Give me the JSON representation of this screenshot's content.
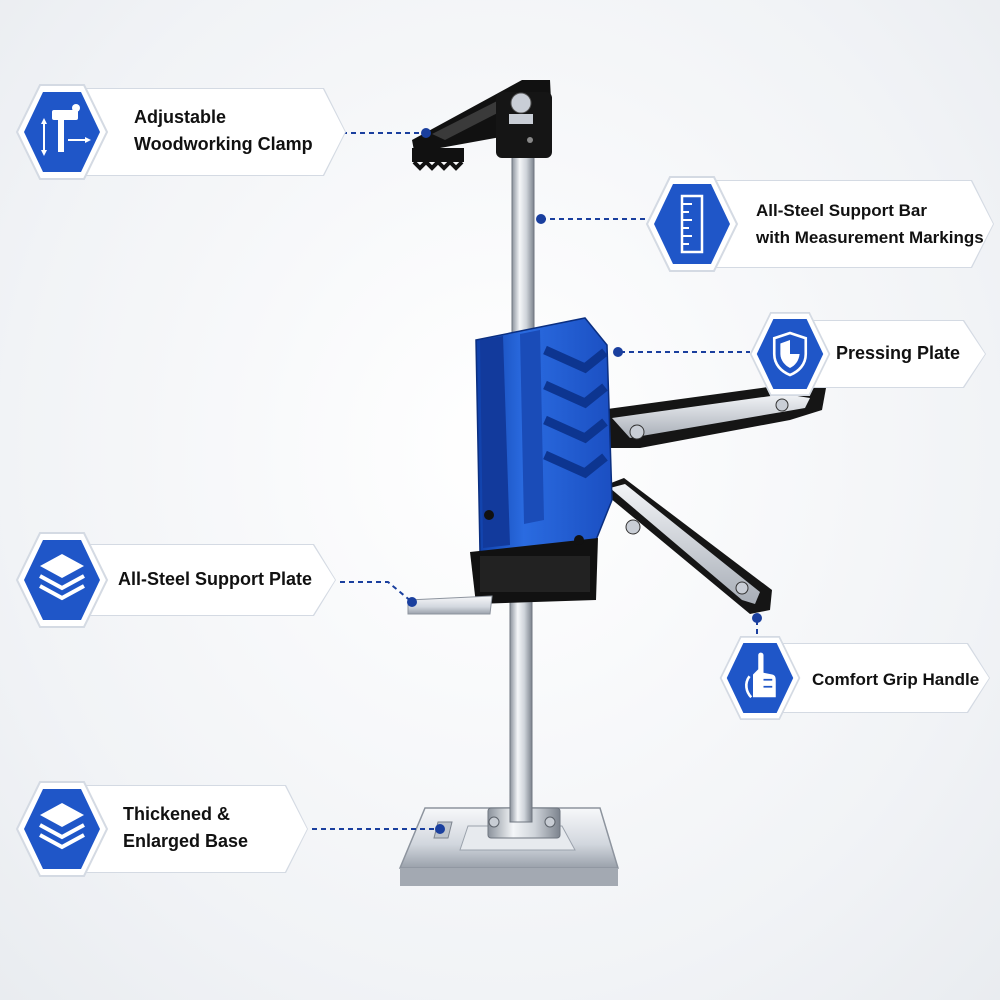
{
  "colors": {
    "accent_blue": "#1f56c8",
    "accent_dark": "#0d3a9a",
    "connector": "#1a3f9e",
    "steel": "#c9ced6",
    "handle_black": "#1a1a1a"
  },
  "callouts": [
    {
      "icon": "clamp-measure-icon",
      "lines": [
        "Adjustable",
        "Woodworking Clamp"
      ]
    },
    {
      "icon": "ruler-icon",
      "lines": [
        "All-Steel Support Bar",
        "with Measurement Markings"
      ]
    },
    {
      "icon": "shield-icon",
      "lines": [
        "Pressing Plate"
      ]
    },
    {
      "icon": "layers-icon",
      "lines": [
        "All-Steel Support Plate"
      ]
    },
    {
      "icon": "hand-grip-icon",
      "lines": [
        "Comfort Grip Handle"
      ]
    },
    {
      "icon": "layers-icon",
      "lines": [
        "Thickened &",
        "Enlarged Base"
      ]
    }
  ]
}
